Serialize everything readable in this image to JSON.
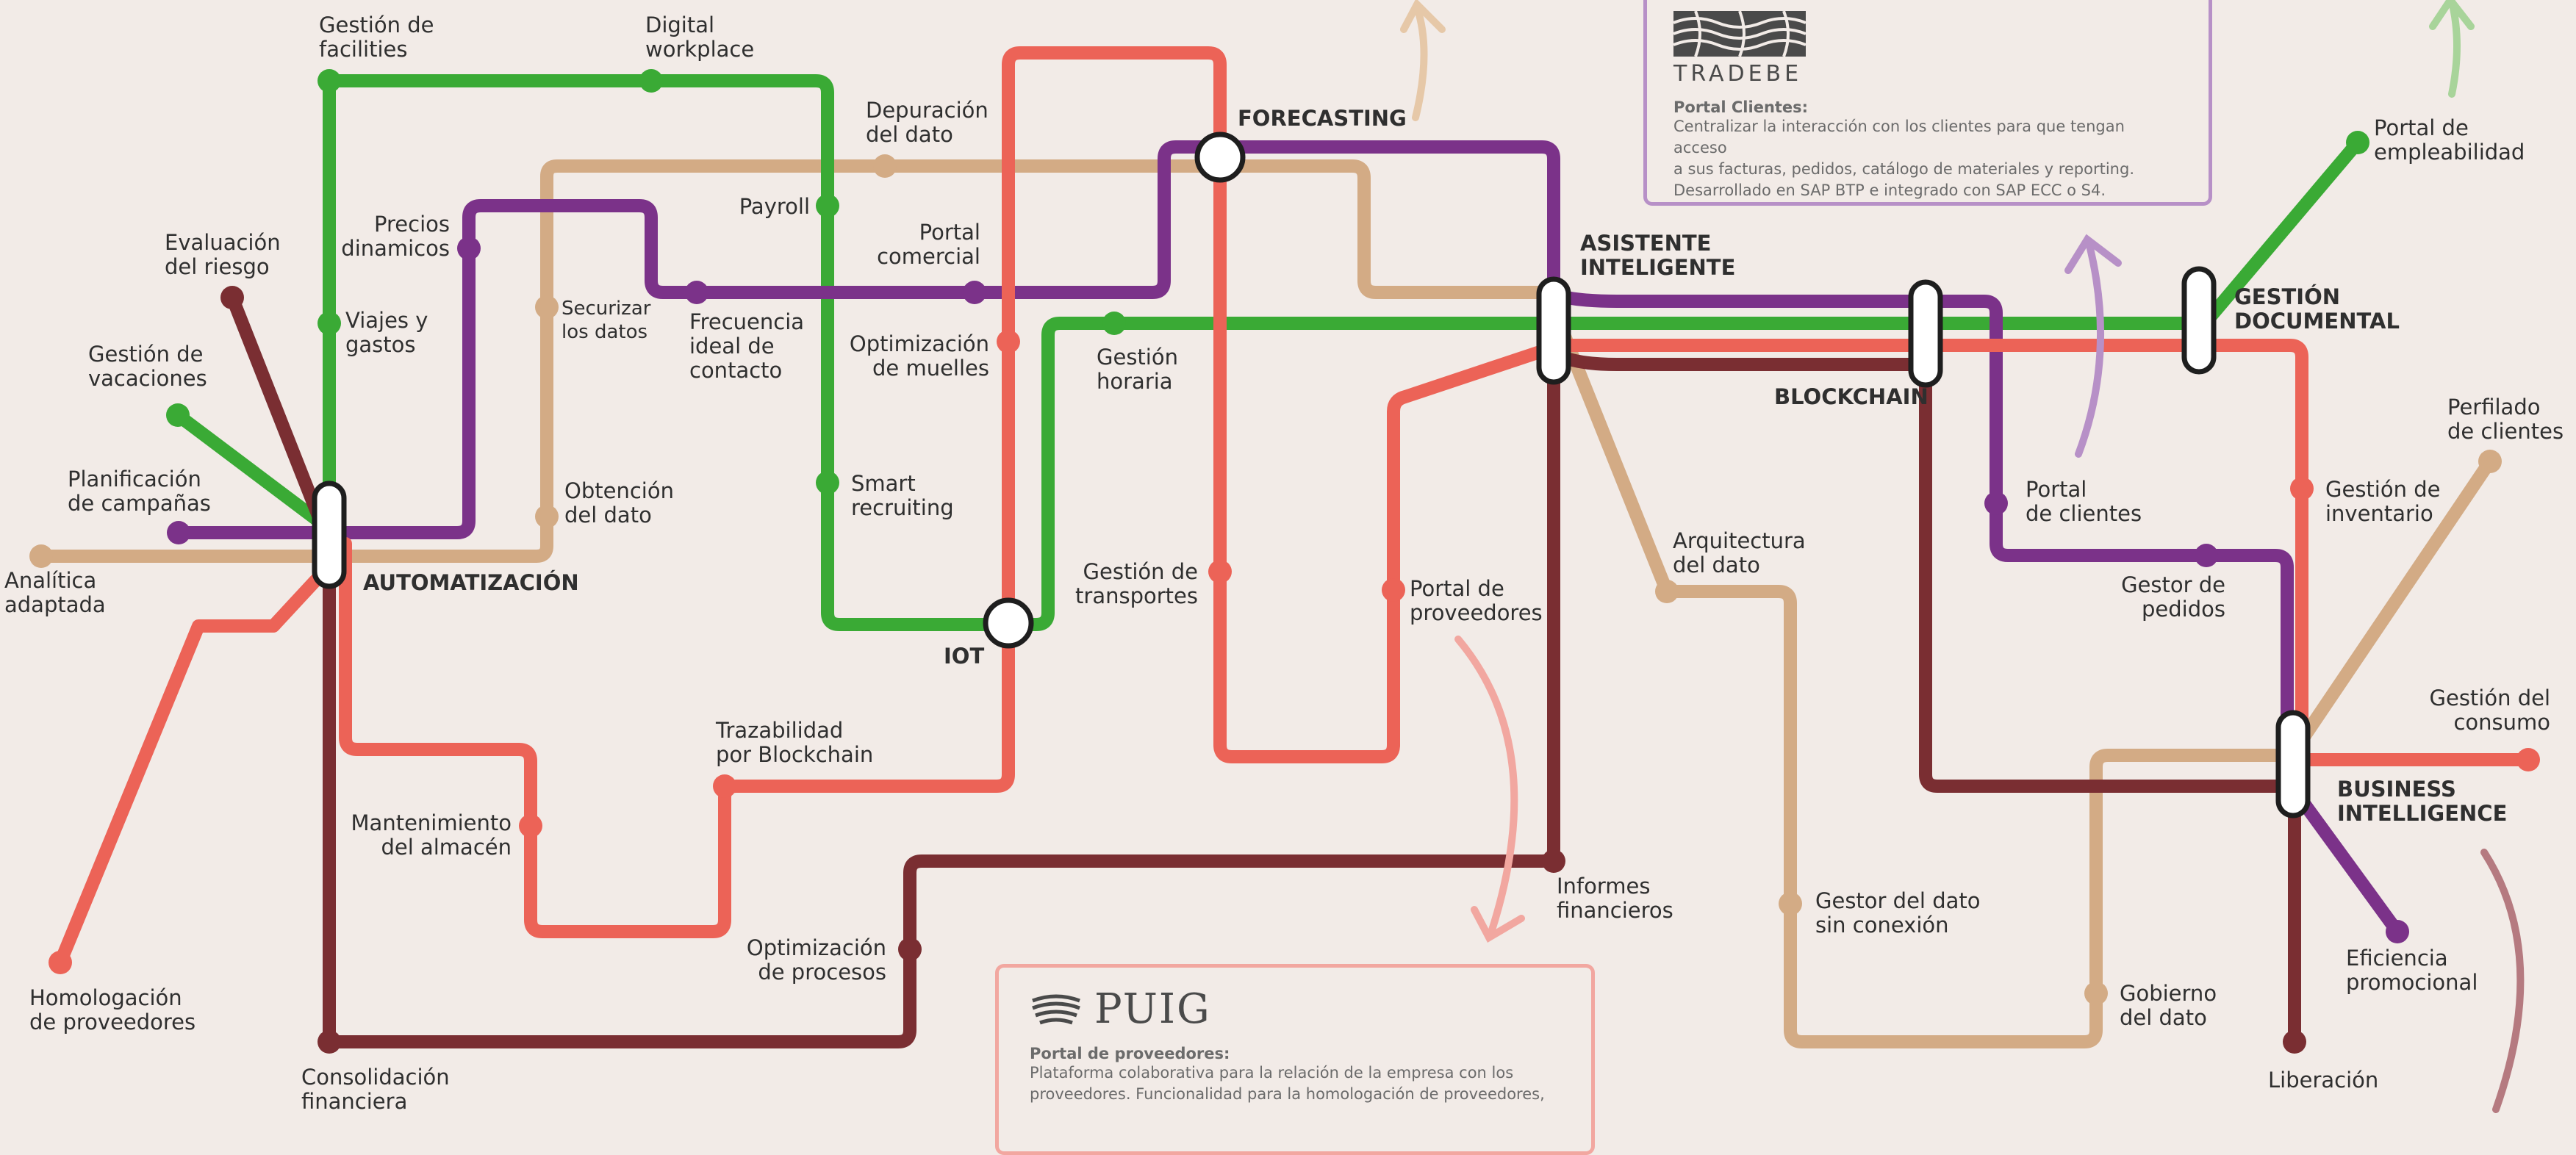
{
  "colors": {
    "background": "#f2ebe7",
    "green": "#3aaa35",
    "purple": "#7b3289",
    "tan": "#d3ab85",
    "coral": "#ec6357",
    "maroon": "#7a2e32",
    "card_tradebe_border": "#b790c7",
    "card_puig_border": "#f2a7a0"
  },
  "hubs": {
    "automatizacion": "AUTOMATIZACIÓN",
    "forecasting": "FORECASTING",
    "iot": "IOT",
    "asistente_1": "ASISTENTE",
    "asistente_2": "INTELIGENTE",
    "blockchain": "BLOCKCHAIN",
    "gestion_documental_1": "GESTIÓN",
    "gestion_documental_2": "DOCUMENTAL",
    "bi_1": "BUSINESS",
    "bi_2": "INTELLIGENCE"
  },
  "stations": {
    "gestion_facilities": [
      "Gestión de",
      "facilities"
    ],
    "digital_workplace": [
      "Digital",
      "workplace"
    ],
    "evaluacion_riesgo": [
      "Evaluación",
      "del riesgo"
    ],
    "precios_dinamicos": [
      "Precios",
      "dinamicos"
    ],
    "payroll": [
      "Payroll"
    ],
    "depuracion_dato": [
      "Depuración",
      "del dato"
    ],
    "viajes_gastos": [
      "Viajes y",
      "gastos"
    ],
    "securizar_datos": [
      "Securizar",
      "los datos"
    ],
    "gestion_vacaciones": [
      "Gestión de",
      "vacaciones"
    ],
    "portal_comercial": [
      "Portal",
      "comercial"
    ],
    "frecuencia_contacto": [
      "Frecuencia",
      "ideal de",
      "contacto"
    ],
    "optimizacion_muelles": [
      "Optimización",
      "de muelles"
    ],
    "gestion_horaria": [
      "Gestión",
      "horaria"
    ],
    "planificacion_campanas": [
      "Planificación",
      "de campañas"
    ],
    "obtencion_dato": [
      "Obtención",
      "del dato"
    ],
    "smart_recruiting": [
      "Smart",
      "recruiting"
    ],
    "analitica_adaptada": [
      "Analítica",
      "adaptada"
    ],
    "gestion_transportes": [
      "Gestión de",
      "transportes"
    ],
    "portal_proveedores": [
      "Portal de",
      "proveedores"
    ],
    "trazabilidad_blockchain": [
      "Trazabilidad",
      "por Blockchain"
    ],
    "mantenimiento_almacen": [
      "Mantenimiento",
      "del almacén"
    ],
    "optimizacion_procesos": [
      "Optimización",
      "de procesos"
    ],
    "informes_financieros": [
      "Informes",
      "financieros"
    ],
    "homologacion_proveedores": [
      "Homologación",
      "de proveedores"
    ],
    "consolidacion_financiera": [
      "Consolidación",
      "financiera"
    ],
    "portal_empleabilidad": [
      "Portal de",
      "empleabilidad"
    ],
    "arquitectura_dato": [
      "Arquitectura",
      "del dato"
    ],
    "portal_clientes": [
      "Portal",
      "de clientes"
    ],
    "gestion_inventario": [
      "Gestión de",
      "inventario"
    ],
    "perfilado_clientes": [
      "Perfilado",
      "de clientes"
    ],
    "gestor_pedidos": [
      "Gestor de",
      "pedidos"
    ],
    "gestion_consumo": [
      "Gestión del",
      "consumo"
    ],
    "gestor_dato_sin_conexion": [
      "Gestor del dato",
      "sin conexión"
    ],
    "gobierno_dato": [
      "Gobierno",
      "del dato"
    ],
    "eficiencia_promocional": [
      "Eficiencia",
      "promocional"
    ],
    "liberacion": [
      "Liberación"
    ]
  },
  "cards": {
    "tradebe": {
      "logo": "TRADEBE",
      "title": "Portal Clientes:",
      "lines": [
        "Centralizar la interacción con los clientes para que tengan acceso",
        "a sus facturas, pedidos, catálogo de materiales y reporting.",
        "Desarrollado en SAP BTP e integrado con SAP ECC o S4."
      ]
    },
    "puig": {
      "logo": "PUIG",
      "title": "Portal de proveedores:",
      "lines": [
        "Plataforma colaborativa para la relación de la empresa con los",
        "proveedores. Funcionalidad para la homologación de proveedores,"
      ]
    }
  }
}
